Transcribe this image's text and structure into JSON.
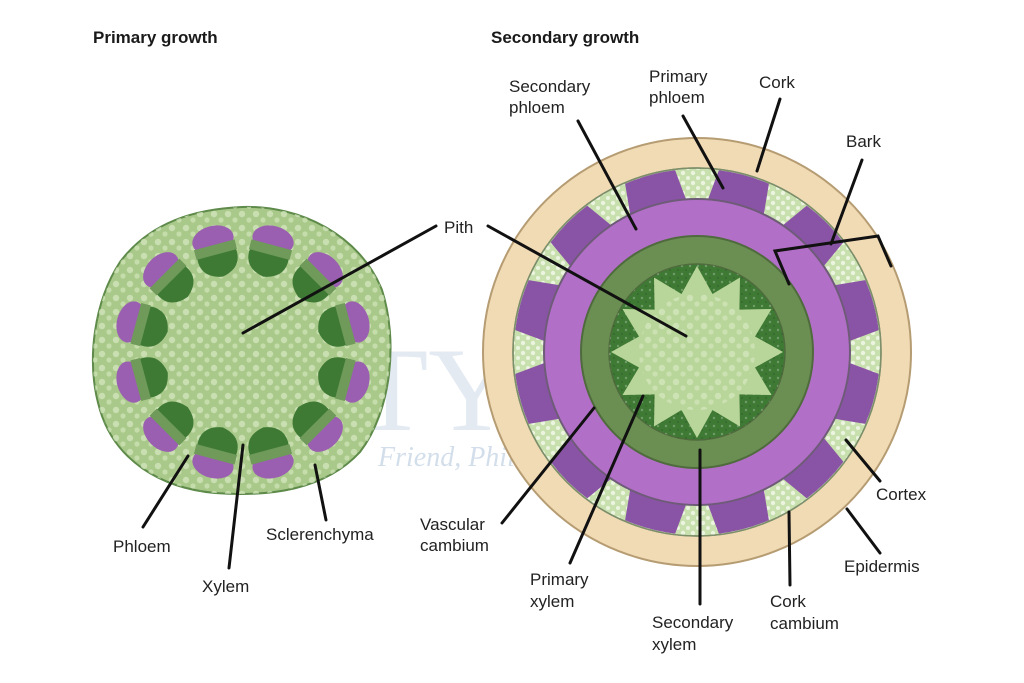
{
  "diagram": {
    "titles": {
      "primary": "Primary growth",
      "secondary": "Secondary growth"
    },
    "primary_labels": {
      "pith": "Pith",
      "phloem": "Phloem",
      "xylem": "Xylem",
      "sclerenchyma": "Sclerenchyma"
    },
    "secondary_labels": {
      "secondary_phloem": [
        "Secondary",
        "phloem"
      ],
      "primary_phloem": [
        "Primary",
        "phloem"
      ],
      "cork": "Cork",
      "bark": "Bark",
      "cortex": "Cortex",
      "epidermis": "Epidermis",
      "vascular_cambium": [
        "Vascular",
        "cambium"
      ],
      "primary_xylem": [
        "Primary",
        "xylem"
      ],
      "secondary_xylem": [
        "Secondary",
        "xylem"
      ],
      "cork_cambium": [
        "Cork",
        "cambium"
      ]
    },
    "watermark": {
      "brand": "TYCHR",
      "tagline": "Friend, Philosopher, Guide"
    },
    "primary_bundle_count": 12,
    "secondary_bundle_count": 12,
    "colors": {
      "ground_tissue": "#a9c98a",
      "ground_outline": "#5e8a4a",
      "pith_cells": "#d4e6bd",
      "phloem_purple": "#9a5fb0",
      "cambium_green": "#6f9a5a",
      "xylem_dark": "#3f7a35",
      "cork_tan": "#f1dbb5",
      "cork_outline": "#b69c72",
      "sec_phloem_band": "#b26fc7",
      "sec_xylem_band": "#6b8f52",
      "primary_phloem_cluster": "#8a54a6"
    }
  }
}
